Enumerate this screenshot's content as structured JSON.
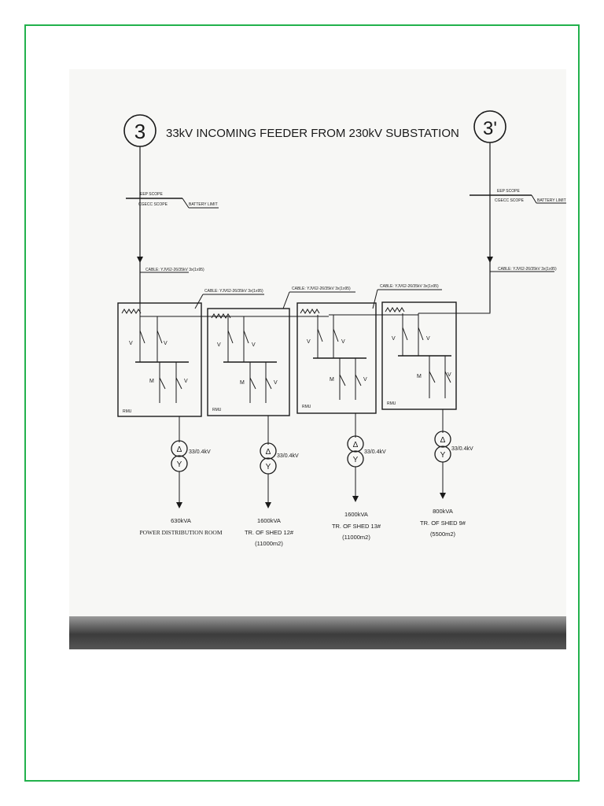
{
  "title": "33kV INCOMING FEEDER  FROM 230kV SUBSTATION",
  "feeders": {
    "left": "3",
    "right": "3'"
  },
  "scope": {
    "eep": "EEP SCOPE",
    "cgecc": "CGECC SCOPE",
    "battery_limit": "BATTERY LIMIT"
  },
  "cables": {
    "incoming_left": "CABLE: YJV62-26/35kV 3x(1x95)",
    "link1": "CABLE: YJV62-26/35kV 3x(1x95)",
    "link2": "CABLE: YJV62-26/35kV 3x(1x95)",
    "link3": "CABLE: YJV62-26/35kV 3x(1x95)",
    "incoming_right": "CABLE: YJV62-26/35kV 3x(1x95)"
  },
  "switch_letters": {
    "v": "V",
    "m": "M"
  },
  "rmus": [
    {
      "label": "RMU",
      "voltage": "33/0.4kV",
      "rating": "630kVA",
      "dest1": "POWER DISTRIBUTION ROOM",
      "dest2": ""
    },
    {
      "label": "RMU",
      "voltage": "33/0.4kV",
      "rating": "1600kVA",
      "dest1": "TR. OF SHED 12#",
      "dest2": "(11000m2)"
    },
    {
      "label": "RMU",
      "voltage": "33/0.4kV",
      "rating": "1600kVA",
      "dest1": "TR. OF SHED 13#",
      "dest2": "(11000m2)"
    },
    {
      "label": "RMU",
      "voltage": "33/0.4kV",
      "rating": "800kVA",
      "dest1": "TR. OF SHED 9#",
      "dest2": "(5500m2)"
    }
  ],
  "colors": {
    "border": "#22b14c",
    "ink": "#1a1a1a"
  }
}
